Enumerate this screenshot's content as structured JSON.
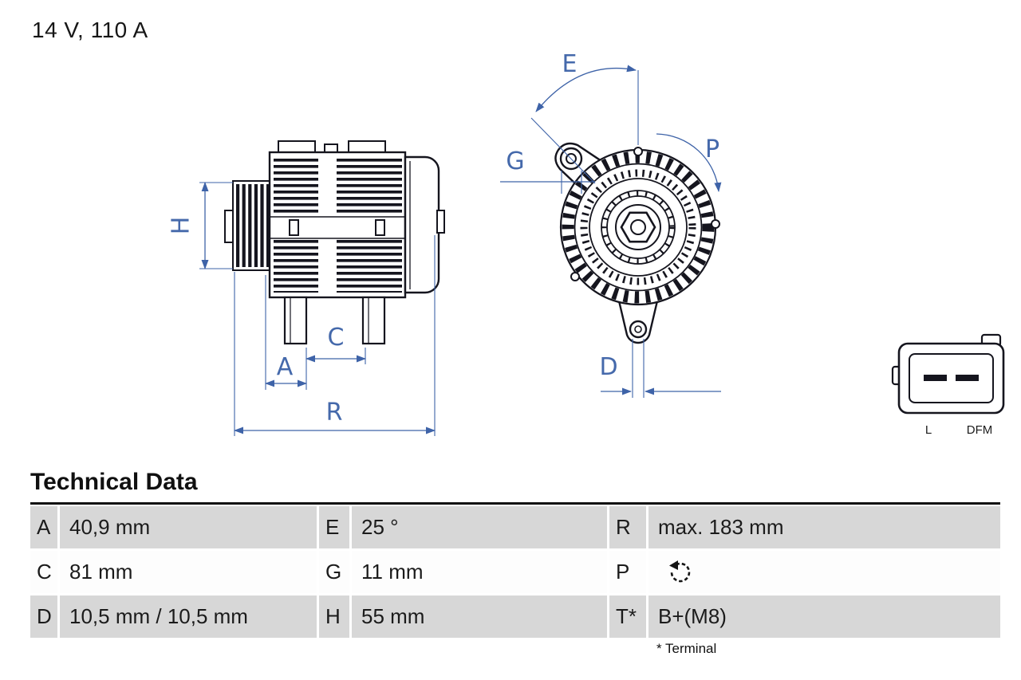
{
  "header": {
    "title": "14 V, 110 A"
  },
  "colors": {
    "dimension_blue": "#3e63a8",
    "drawing_ink": "#15151e",
    "table_row_gray": "#d7d7d7"
  },
  "diagram": {
    "dimension_labels": {
      "H": "H",
      "A": "A",
      "C": "C",
      "R": "R",
      "E": "E",
      "G": "G",
      "P": "P",
      "D": "D"
    },
    "connector": {
      "pin_left": "L",
      "pin_right": "DFM"
    },
    "icons": {
      "rotation": "rotation-direction-icon"
    }
  },
  "table": {
    "title": "Technical Data",
    "rows": [
      {
        "cells": [
          {
            "key": "A",
            "value": "40,9 mm"
          },
          {
            "key": "E",
            "value": "25 °"
          },
          {
            "key": "R",
            "value": "max. 183 mm"
          }
        ]
      },
      {
        "cells": [
          {
            "key": "C",
            "value": "81 mm"
          },
          {
            "key": "G",
            "value": "11 mm"
          },
          {
            "key": "P",
            "value": "",
            "icon": "rotation-direction"
          }
        ]
      },
      {
        "cells": [
          {
            "key": "D",
            "value": "10,5 mm / 10,5 mm"
          },
          {
            "key": "H",
            "value": "55 mm"
          },
          {
            "key": "T*",
            "value": "B+(M8)"
          }
        ]
      }
    ],
    "footnote": "* Terminal"
  }
}
